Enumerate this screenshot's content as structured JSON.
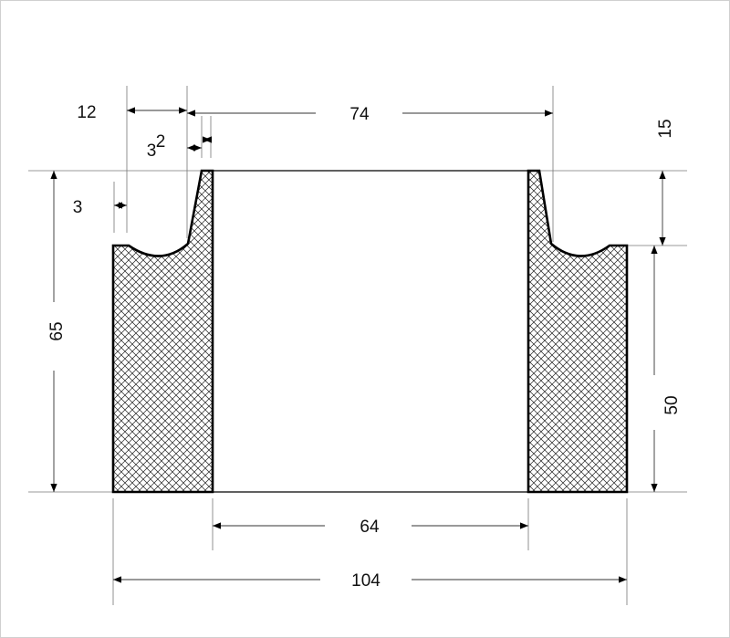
{
  "drawing": {
    "title": "Flange cross-section",
    "dimensions": {
      "overall_width": "104",
      "bore": "64",
      "hub_top": "74",
      "total_height": "65",
      "flange_height": "50",
      "hub_height": "15",
      "flange_offset": "12",
      "fillet_a": "3",
      "fillet_b": "3",
      "hub_taper": "2"
    }
  }
}
